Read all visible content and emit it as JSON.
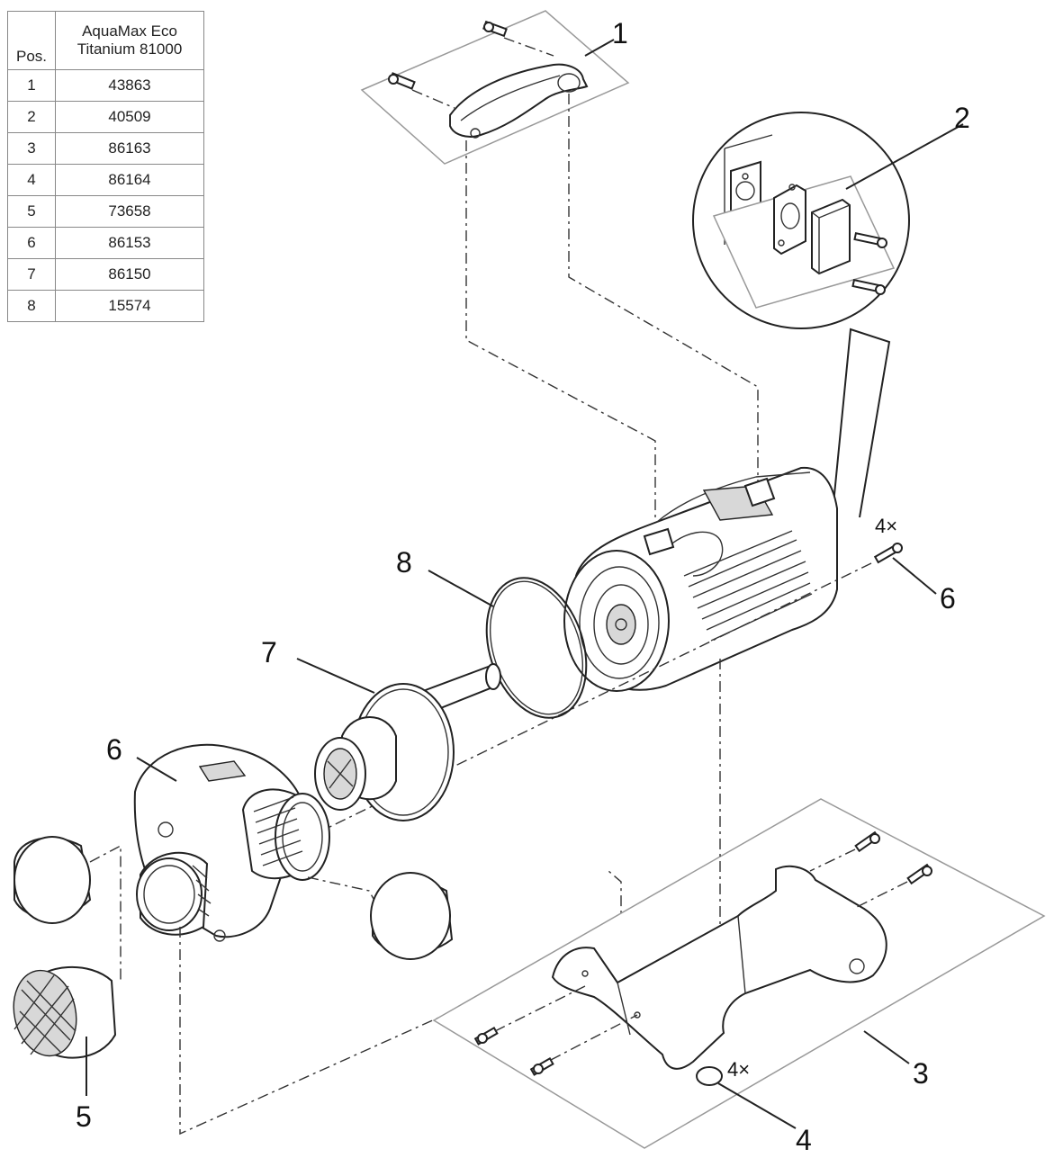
{
  "table": {
    "pos_header": "Pos.",
    "model_header_line1": "AquaMax Eco",
    "model_header_line2": "Titanium 81000",
    "rows": [
      {
        "pos": "1",
        "part": "43863"
      },
      {
        "pos": "2",
        "part": "40509"
      },
      {
        "pos": "3",
        "part": "86163"
      },
      {
        "pos": "4",
        "part": "86164"
      },
      {
        "pos": "5",
        "part": "73658"
      },
      {
        "pos": "6",
        "part": "86153"
      },
      {
        "pos": "7",
        "part": "86150"
      },
      {
        "pos": "8",
        "part": "15574"
      }
    ]
  },
  "callouts": {
    "c1": "1",
    "c2": "2",
    "c3": "3",
    "c4": "4",
    "c5": "5",
    "c6_screws": "6",
    "c6_housing": "6",
    "c7": "7",
    "c8": "8"
  },
  "quantities": {
    "screws_qty": "4×",
    "feet_qty": "4×"
  }
}
